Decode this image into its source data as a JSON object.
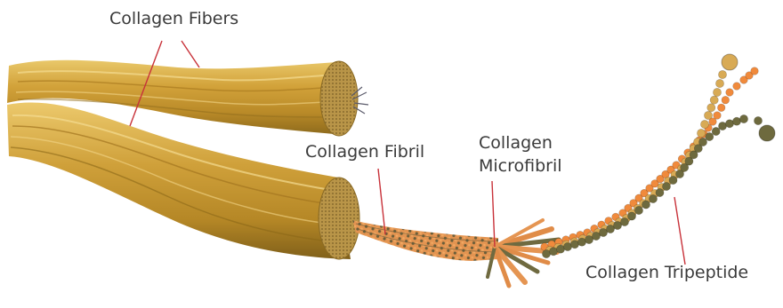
{
  "labels": {
    "fibers": "Collagen Fibers",
    "fibril": "Collagen Fibril",
    "microfibril_line1": "Collagen",
    "microfibril_line2": "Microfibril",
    "tripeptide": "Collagen Tripeptide"
  },
  "colors": {
    "fiber_gold": "#c89a2e",
    "fiber_light": "#e6c46a",
    "fiber_dark": "#8a6418",
    "fibril_orange": "#e0904a",
    "fibril_dark": "#6b5a3a",
    "bead_orange": "#f08a3c",
    "bead_tan": "#d8aa55",
    "bead_olive": "#6e6a3e",
    "leader_line": "#c8323a",
    "label_text": "#3a3a3a"
  }
}
